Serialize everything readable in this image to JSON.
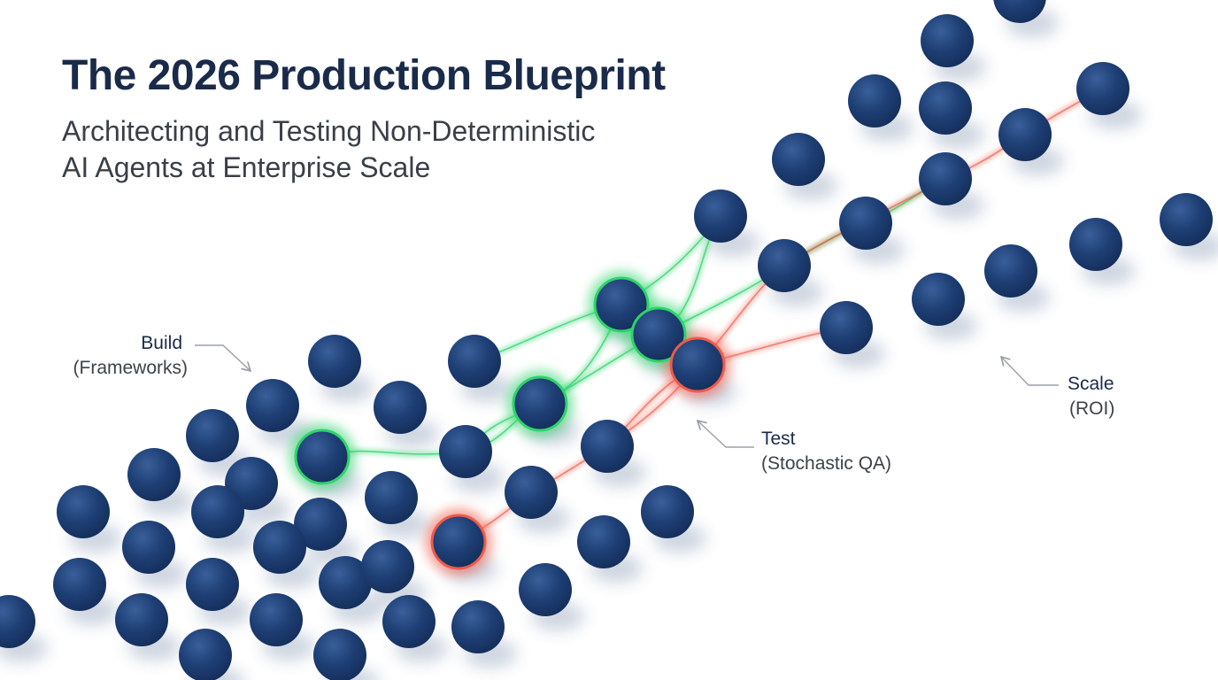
{
  "header": {
    "title": "The 2026 Production Blueprint",
    "subtitle_line1": "Architecting and Testing Non-Deterministic",
    "subtitle_line2": "AI Agents at Enterprise Scale"
  },
  "stages": {
    "build": {
      "label": "Build",
      "sublabel": "(Frameworks)"
    },
    "test": {
      "label": "Test",
      "sublabel": "(Stochastic QA)"
    },
    "scale": {
      "label": "Scale",
      "sublabel": "(ROI)"
    }
  },
  "colors": {
    "node": "#1e3f75",
    "node_highlight": "#3a5f9a",
    "success_glow": "#2fd36b",
    "failure_glow": "#f05a48",
    "title": "#1a2b4a",
    "text": "#3a3f48",
    "arrow": "#9aa0a8"
  }
}
